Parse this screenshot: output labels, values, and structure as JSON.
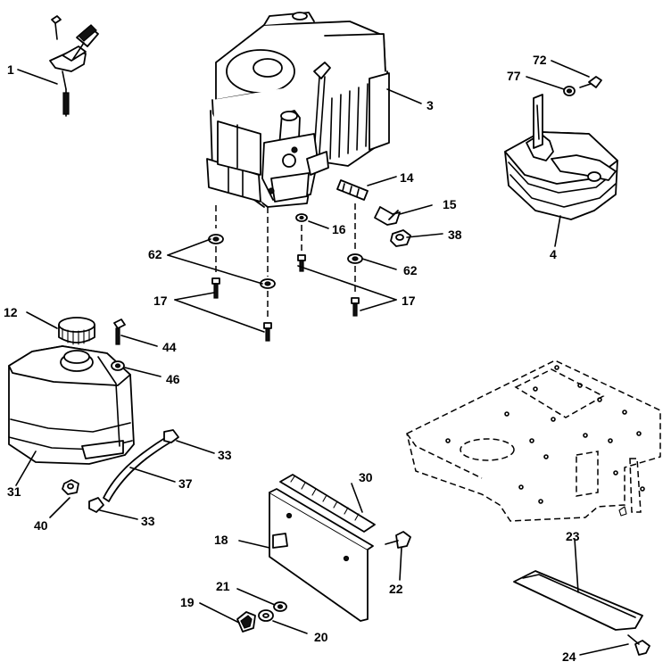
{
  "diagram": {
    "labels": [
      {
        "key": "p1",
        "text": "1"
      },
      {
        "key": "p72",
        "text": "72"
      },
      {
        "key": "p77",
        "text": "77"
      },
      {
        "key": "p3",
        "text": "3"
      },
      {
        "key": "p14",
        "text": "14"
      },
      {
        "key": "p15",
        "text": "15"
      },
      {
        "key": "p16",
        "text": "16"
      },
      {
        "key": "p38",
        "text": "38"
      },
      {
        "key": "p62a",
        "text": "62"
      },
      {
        "key": "p62b",
        "text": "62"
      },
      {
        "key": "p4",
        "text": "4"
      },
      {
        "key": "p17a",
        "text": "17"
      },
      {
        "key": "p17b",
        "text": "17"
      },
      {
        "key": "p12",
        "text": "12"
      },
      {
        "key": "p44",
        "text": "44"
      },
      {
        "key": "p46",
        "text": "46"
      },
      {
        "key": "p33a",
        "text": "33"
      },
      {
        "key": "p37",
        "text": "37"
      },
      {
        "key": "p31",
        "text": "31"
      },
      {
        "key": "p40",
        "text": "40"
      },
      {
        "key": "p33b",
        "text": "33"
      },
      {
        "key": "p30",
        "text": "30"
      },
      {
        "key": "p18",
        "text": "18"
      },
      {
        "key": "p22",
        "text": "22"
      },
      {
        "key": "p21",
        "text": "21"
      },
      {
        "key": "p19",
        "text": "19"
      },
      {
        "key": "p20",
        "text": "20"
      },
      {
        "key": "p23",
        "text": "23"
      },
      {
        "key": "p24",
        "text": "24"
      }
    ]
  }
}
